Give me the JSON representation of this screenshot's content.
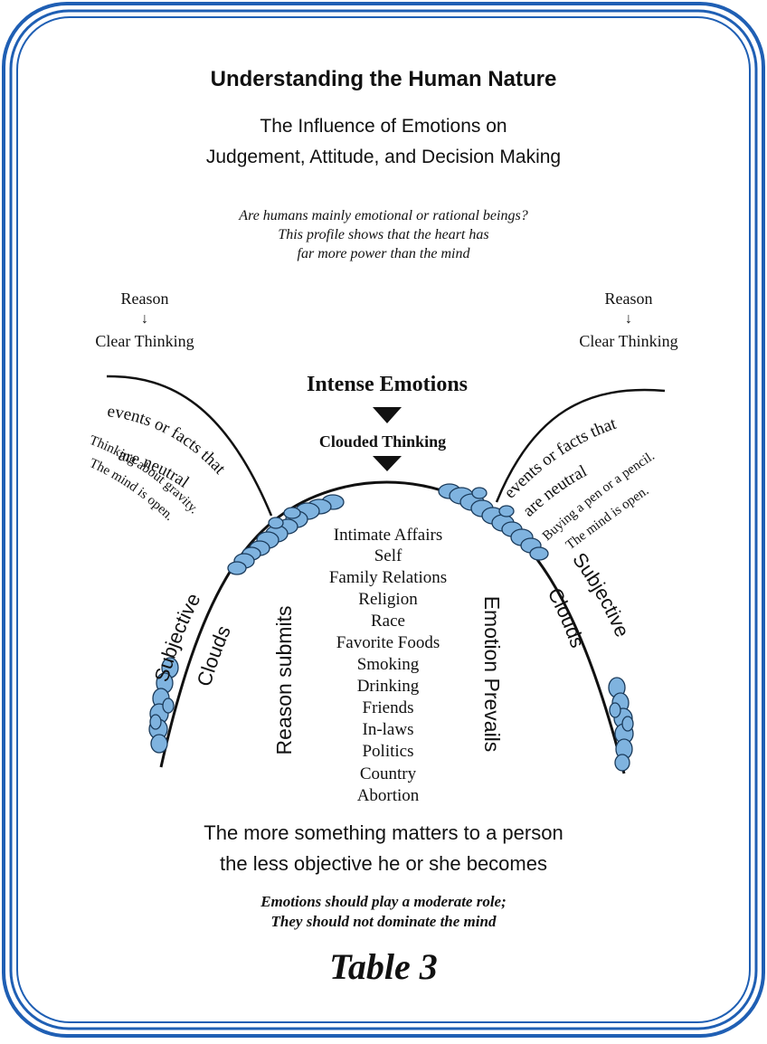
{
  "title": "Understanding the Human Nature",
  "subtitle": {
    "line1": "The Influence of Emotions on",
    "line2": "Judgement, Attitude, and Decision Making"
  },
  "intro": {
    "line1": "Are humans mainly emotional or rational beings?",
    "line2": "This profile shows that the heart has",
    "line3": "far more power than the mind"
  },
  "left_corner": {
    "reason": "Reason",
    "arrow": "↓",
    "clear": "Clear Thinking"
  },
  "right_corner": {
    "reason": "Reason",
    "arrow": "↓",
    "clear": "Clear Thinking"
  },
  "center": {
    "intense": "Intense Emotions",
    "clouded": "Clouded Thinking"
  },
  "left_side": {
    "neutral_1": "events or facts that",
    "neutral_2": "are neutral",
    "example_1": "Thinking about gravity.",
    "example_2": "The mind is open.",
    "clouds_1": "Subjective",
    "clouds_2": "Clouds",
    "vertical": "Reason submits"
  },
  "right_side": {
    "neutral_1": "events or facts that",
    "neutral_2": "are neutral",
    "example_1": "Buying a pen or a pencil.",
    "example_2": "The mind is open.",
    "clouds_1": "Subjective",
    "clouds_2": "Clouds",
    "vertical": "Emotion Prevails"
  },
  "topics": [
    "Intimate Affairs",
    "Self",
    "Family Relations",
    "Religion",
    "Race",
    "Favorite Foods",
    "Smoking",
    "Drinking",
    "Friends",
    "In-laws",
    "Politics",
    "Country",
    "Abortion"
  ],
  "conclusion": {
    "line1": "The more something matters to a person",
    "line2": "the less objective he or she becomes"
  },
  "note": {
    "line1": "Emotions should play a moderate role;",
    "line2": "They should not dominate the mind"
  },
  "table_label": "Table 3",
  "colors": {
    "frame": "#1f5fb4",
    "cloud_fill": "#7fb3df",
    "cloud_stroke": "#1a3a5a",
    "ink": "#111111"
  }
}
